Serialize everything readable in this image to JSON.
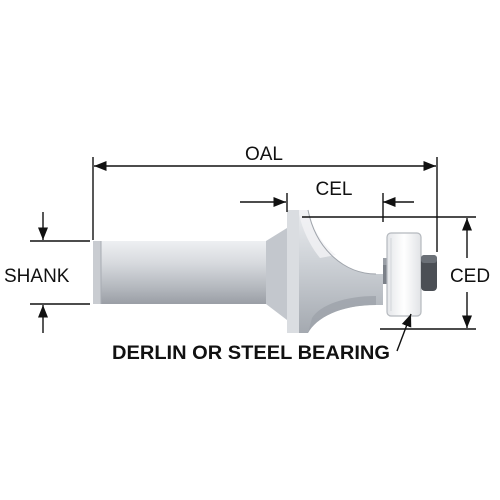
{
  "labels": {
    "oal": "OAL",
    "cel": "CEL",
    "shank": "SHANK",
    "ced": "CED",
    "bearing": "DERLIN OR STEEL BEARING"
  },
  "colors": {
    "line": "#111111",
    "tool_light": "#dde0e4",
    "tool_mid": "#b9bdc4",
    "tool_dark": "#8e939b",
    "bearing_fill": "#f2f3f5",
    "bearing_edge": "#b5b9be",
    "nut": "#4b4f55"
  },
  "icons": {
    "arrowhead": "arrowhead-icon"
  }
}
